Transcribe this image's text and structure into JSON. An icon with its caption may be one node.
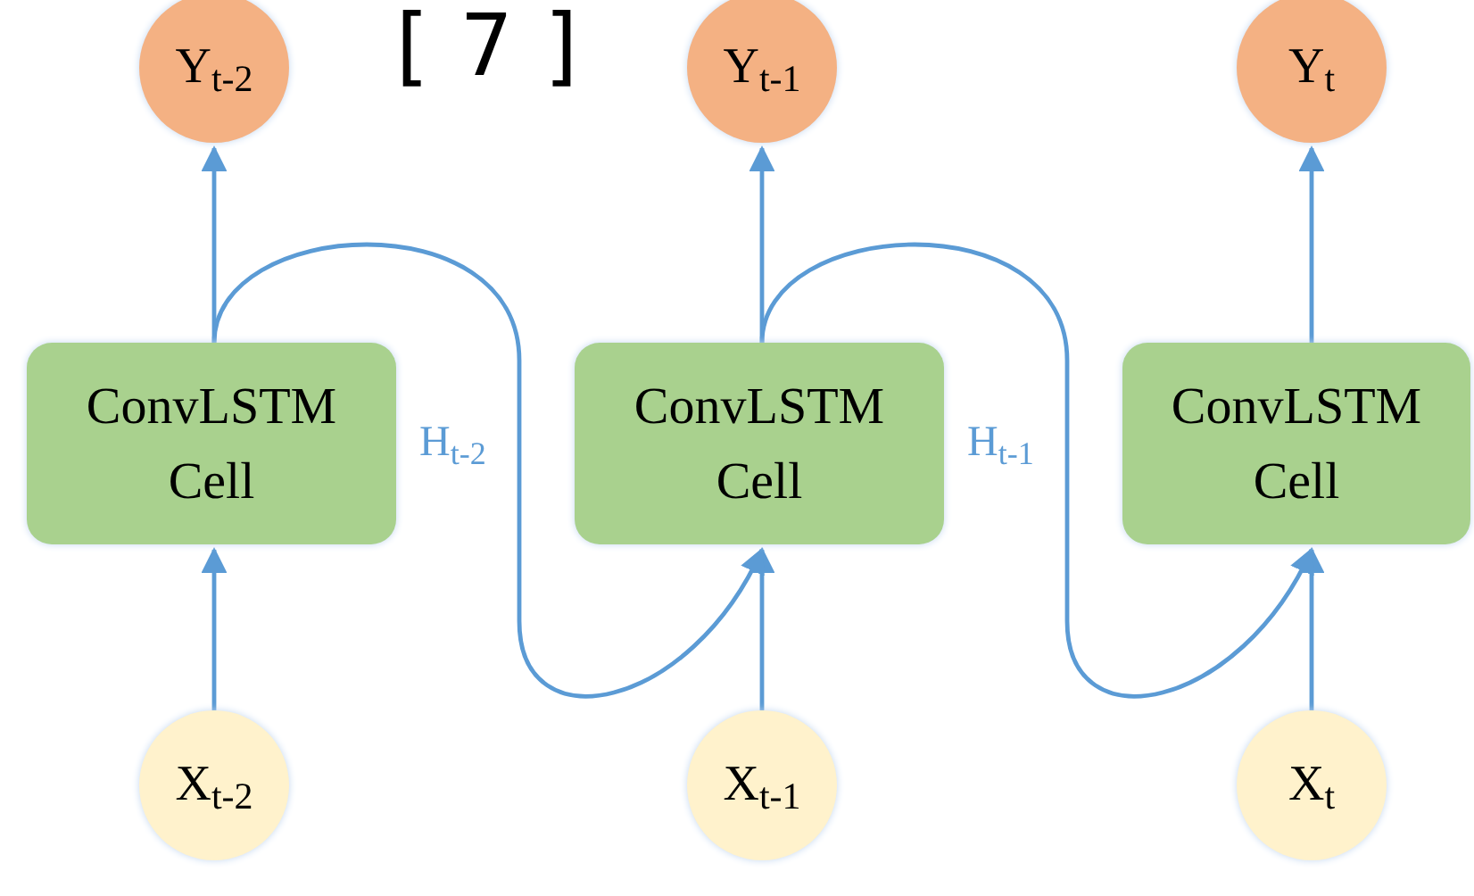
{
  "diagram": {
    "nodes": [
      {
        "text": [
          "Y$_{t-2}$"
        ]
      },
      {
        "text": [
          "Y$_{t-1}$"
        ]
      },
      {
        "text": [
          "Y$_{t}$"
        ]
      },
      {
        "text": [
          "ConvLSTM Cell"
        ]
      },
      {
        "text": [
          "ConvLSTM Cell"
        ]
      },
      {
        "text": [
          "ConvLSTM Cell"
        ]
      },
      {
        "text": [
          "X$_{t-2}$"
        ]
      },
      {
        "text": [
          "X$_{t-1}$"
        ]
      },
      {
        "text": [
          "X$_{t}$"
        ]
      }
    ],
    "edges": [
      {
        "from": 3,
        "to": 0,
        "arrow": "to"
      },
      {
        "from": 4,
        "to": 1,
        "arrow": "to"
      },
      {
        "from": 5,
        "to": 2,
        "arrow": "to"
      },
      {
        "from": 6,
        "to": 3,
        "arrow": "to"
      },
      {
        "from": 7,
        "to": 4,
        "arrow": "to"
      },
      {
        "from": 8,
        "to": 5,
        "arrow": "to"
      },
      {
        "from": 3,
        "to": 4,
        "arrow": "to",
        "label": "H$_{t-2}$"
      },
      {
        "from": 4,
        "to": 5,
        "arrow": "to",
        "label": "H$_{t-1}$"
      }
    ],
    "labels": [
      "[7]"
    ]
  }
}
